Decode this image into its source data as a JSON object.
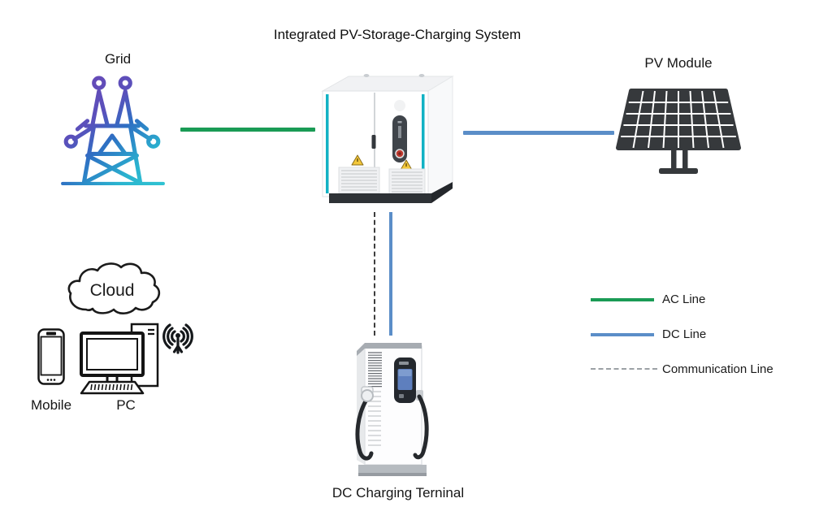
{
  "title": "Integrated PV-Storage-Charging System",
  "nodes": {
    "grid": {
      "label": "Grid",
      "icon": "transmission-tower-icon"
    },
    "pv_module": {
      "label": "PV Module",
      "icon": "solar-panel-icon"
    },
    "storage_cabinet": {
      "icon": "pv-storage-cabinet-icon"
    },
    "dc_charging_terminal": {
      "label": "DC Charging Terninal",
      "icon": "ev-charger-icon"
    },
    "cloud": {
      "label": "Cloud",
      "icon": "cloud-icon"
    },
    "mobile": {
      "label": "Mobile",
      "icon": "smartphone-icon"
    },
    "pc": {
      "label": "PC",
      "icon": "desktop-computer-icon"
    },
    "wireless": {
      "icon": "wireless-signal-icon"
    }
  },
  "connections": [
    {
      "from": "grid",
      "to": "storage_cabinet",
      "type": "AC Line",
      "color": "#1a9b55",
      "style": "solid"
    },
    {
      "from": "storage_cabinet",
      "to": "pv_module",
      "type": "DC Line",
      "color": "#5b8ec8",
      "style": "solid"
    },
    {
      "from": "storage_cabinet",
      "to": "dc_charging_terminal",
      "type": "DC Line",
      "color": "#5b8ec8",
      "style": "solid"
    },
    {
      "from": "storage_cabinet",
      "to": "dc_charging_terminal",
      "type": "Communication Line",
      "color": "#3d3d3d",
      "style": "dashed"
    }
  ],
  "legend": {
    "items": [
      {
        "label": "AC Line",
        "color": "#1a9b55",
        "style": "solid"
      },
      {
        "label": "DC Line",
        "color": "#5b8ec8",
        "style": "solid"
      },
      {
        "label": "Communication Line",
        "color": "#9ca1a6",
        "style": "dashed"
      }
    ]
  }
}
